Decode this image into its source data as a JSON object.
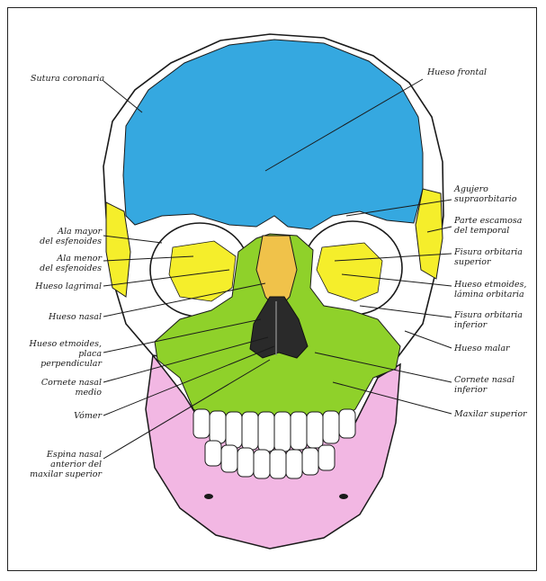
{
  "colors": {
    "frontal": "#35a8e0",
    "sphenoid": "#f5ee2b",
    "maxilla": "#8fd12a",
    "mandible": "#f2b7e3",
    "nasal": "#f0c24a",
    "outline": "#1a1a1a"
  },
  "labels_left": {
    "sutura_coronaria": "Sutura coronaria",
    "ala_mayor": "Ala mayor\ndel esfenoides",
    "ala_menor": "Ala menor\ndel esfenoides",
    "hueso_lagrimal": "Hueso lagrimal",
    "hueso_nasal": "Hueso nasal",
    "etmoides_placa": "Hueso etmoides,\nplaca\nperpendicular",
    "cornete_medio": "Cornete nasal\nmedio",
    "vomer": "Vómer",
    "espina_nasal": "Espina nasal\nanterior del\nmaxilar superior"
  },
  "labels_right": {
    "hueso_frontal": "Hueso frontal",
    "agujero_supraorbitario": "Agujero\nsupraorbitario",
    "parte_escamosa": "Parte escamosa\ndel temporal",
    "fisura_superior": "Fisura orbitaria\nsuperior",
    "etmoides_lamina": "Hueso etmoides,\nlámina orbitaria",
    "fisura_inferior": "Fisura orbitaria\ninferior",
    "hueso_malar": "Hueso malar",
    "cornete_inferior": "Cornete nasal\ninferior",
    "maxilar_superior": "Maxilar superior"
  }
}
